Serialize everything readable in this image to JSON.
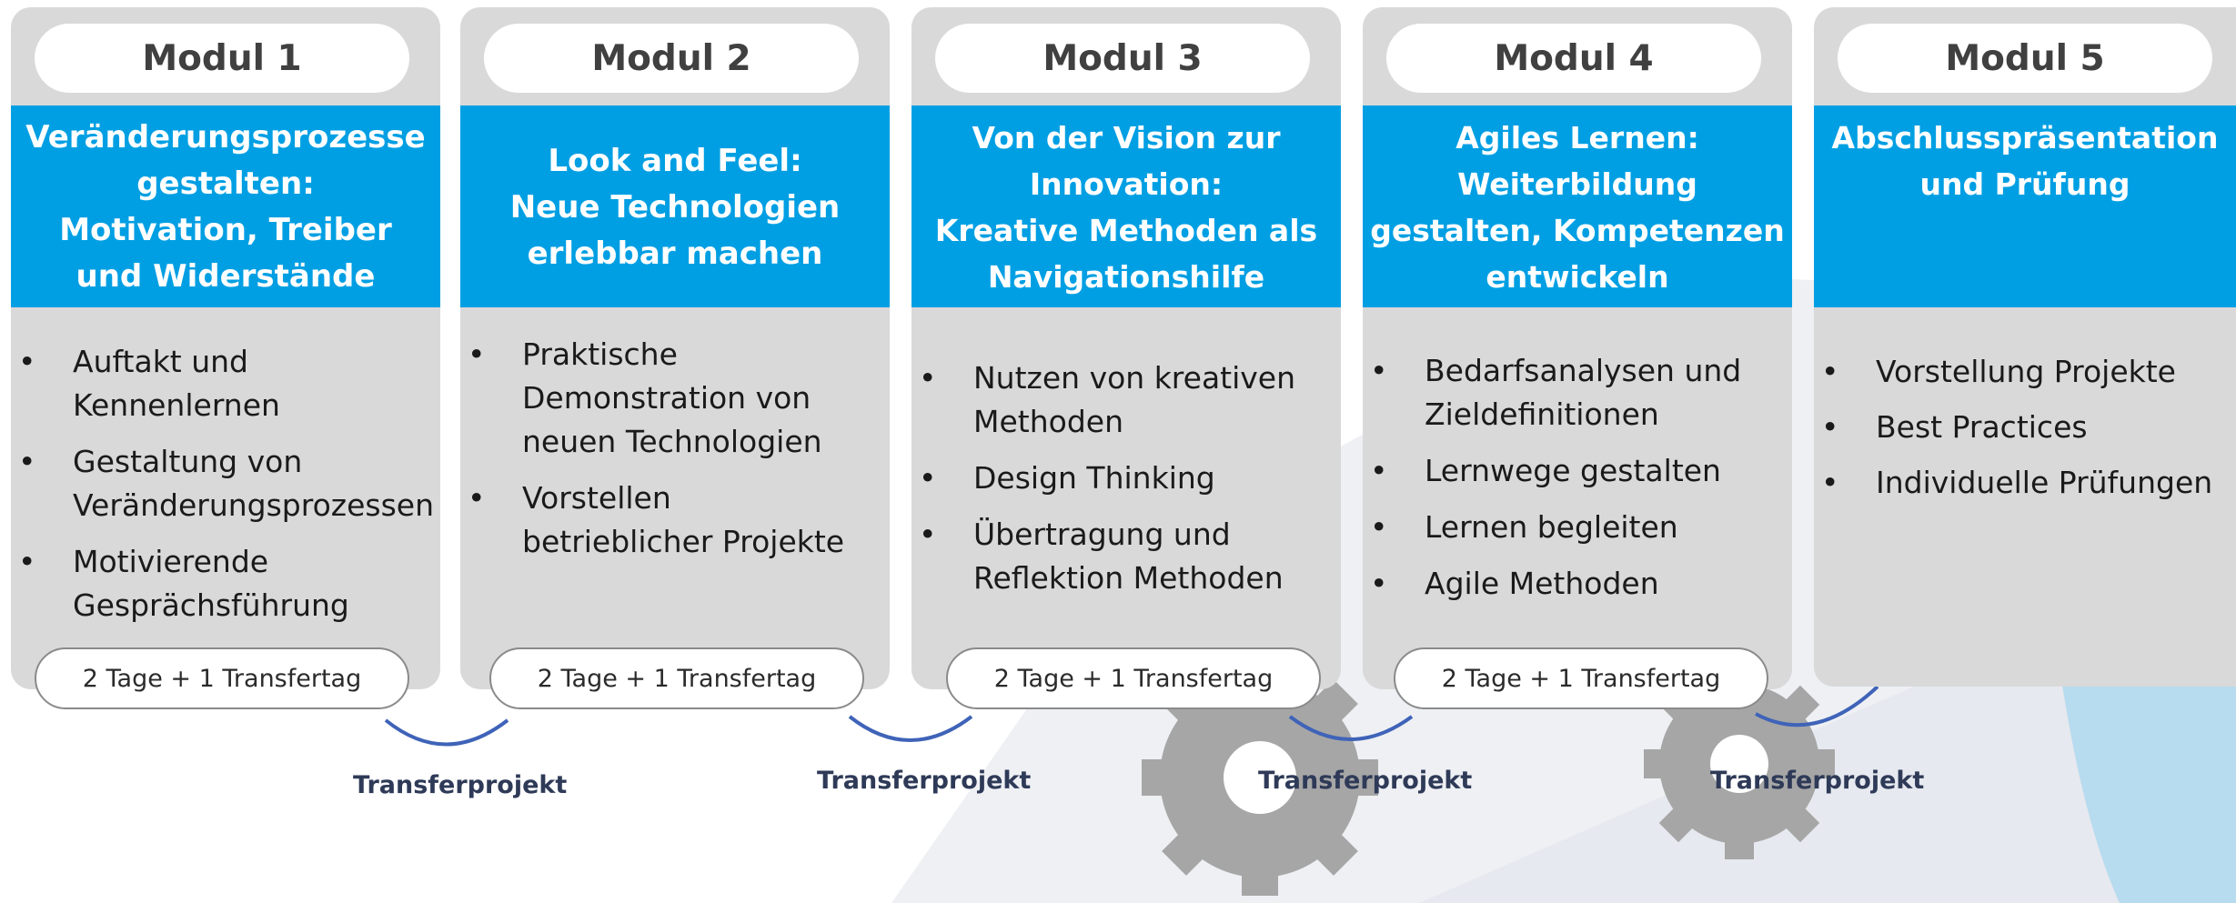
{
  "modules": [
    {
      "title": "Modul 1",
      "heading_lines": [
        "Veränderungsprozesse",
        "gestalten:",
        "Motivation, Treiber",
        "und Widerstände"
      ],
      "items": [
        [
          "Auftakt und",
          "Kennenlernen"
        ],
        [
          "Gestaltung von",
          "Veränderungsprozessen"
        ],
        [
          "Motivierende",
          "Gesprächsführung"
        ]
      ],
      "duration": "2 Tage + 1 Transfertag"
    },
    {
      "title": "Modul 2",
      "heading_lines": [
        "Look and Feel:",
        "Neue Technologien",
        "erlebbar machen"
      ],
      "items": [
        [
          "Praktische",
          "Demonstration von",
          "neuen Technologien"
        ],
        [
          "Vorstellen",
          "betrieblicher Projekte"
        ]
      ],
      "duration": "2 Tage + 1 Transfertag"
    },
    {
      "title": "Modul 3",
      "heading_lines": [
        "Von der Vision zur",
        "Innovation:",
        "Kreative Methoden als",
        "Navigationshilfe"
      ],
      "items": [
        [
          "Nutzen von kreativen",
          "Methoden"
        ],
        [
          "Design Thinking"
        ],
        [
          "Übertragung und",
          "Reflektion Methoden"
        ]
      ],
      "duration": "2 Tage + 1 Transfertag"
    },
    {
      "title": "Modul 4",
      "heading_lines": [
        "Agiles Lernen:",
        "Weiterbildung",
        "gestalten, Kompetenzen",
        "entwickeln"
      ],
      "items": [
        [
          "Bedarfsanalysen und",
          "Zieldefinitionen"
        ],
        [
          "Lernwege gestalten"
        ],
        [
          "Lernen begleiten"
        ],
        [
          "Agile Methoden"
        ]
      ],
      "duration": "2 Tage + 1 Transfertag"
    },
    {
      "title": "Modul 5",
      "heading_lines": [
        "Abschlusspräsentation",
        "und Prüfung"
      ],
      "items": [
        [
          "Vorstellung Projekte"
        ],
        [
          "Best Practices"
        ],
        [
          "Individuelle Prüfungen"
        ]
      ]
    }
  ],
  "bullet_char": "•",
  "transfer_label": "Transferprojekt",
  "colors": {
    "band": "#009fe3",
    "card": "#d9d9d9",
    "connector": "#3f63b8",
    "gear": "#a6a6a6",
    "label": "#2e3a57"
  }
}
